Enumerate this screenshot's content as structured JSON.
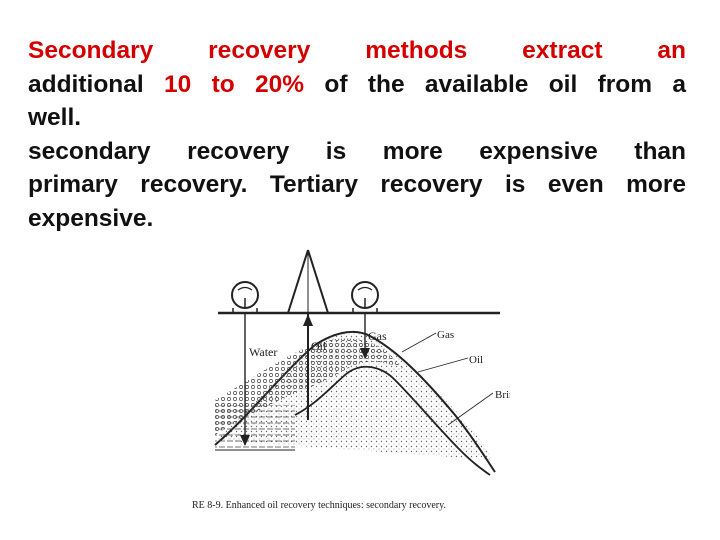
{
  "slide": {
    "line1": {
      "red": "Secondary recovery methods extract an",
      "plain": ""
    },
    "line2": {
      "a": "additional ",
      "red": "10 to 20%",
      "b": " of the available oil from a"
    },
    "line3": "well.",
    "line4": "secondary recovery is more expensive than",
    "line5": "primary recovery. Tertiary recovery is even more",
    "line6": "expensive."
  },
  "diagram": {
    "labels": {
      "water": "Water",
      "oil_well": "Oil",
      "gas_well": "Gas",
      "gas": "Gas",
      "oil": "Oil",
      "brine": "Brine"
    },
    "caption": "RE 8-9. Enhanced oil recovery techniques: secondary recovery."
  },
  "colors": {
    "accent": "#d40000",
    "text": "#111111"
  }
}
